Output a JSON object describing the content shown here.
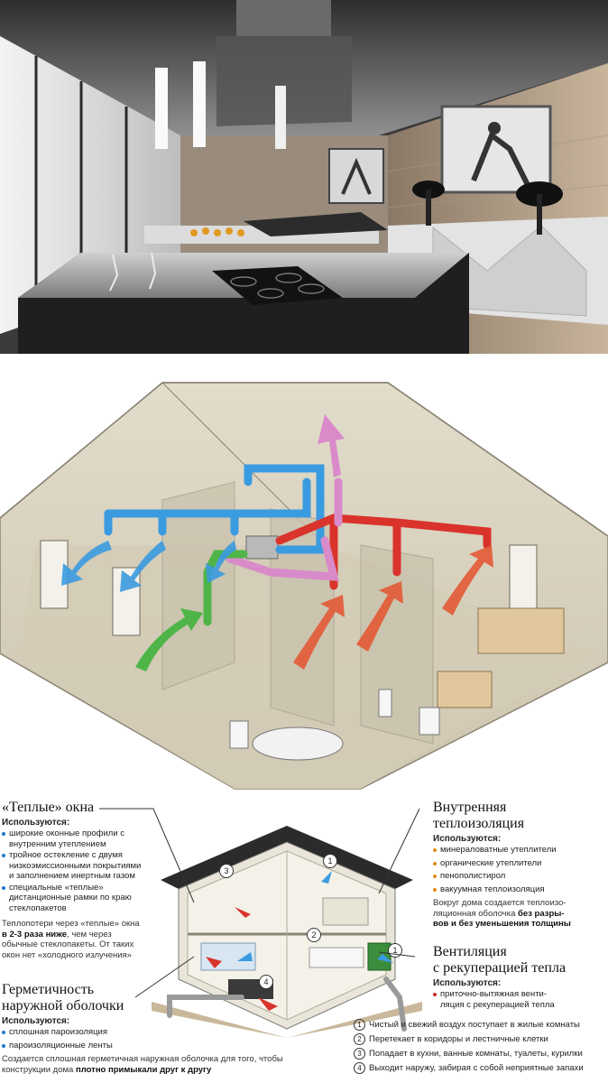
{
  "windows": {
    "title": "«Теплые» окна",
    "uses_label": "Используются:",
    "items": [
      "широкие оконные профили с внутренним утеплением",
      "тройное остекление с двумя низкоэмиссионными покрытиями и заполнением инертным газом",
      "специальные «теплые» дистанционные рамки по краю стеклопакетов"
    ],
    "note_start": "Теплопотери через «теплые» окна ",
    "note_bold": "в 2-3 раза ниже",
    "note_end": ", чем через обычные стеклопакеты. От таких окон нет «холодного излучения»"
  },
  "insulation": {
    "title_line1": "Внутренняя",
    "title_line2": "теплоизоляция",
    "uses_label": "Используются:",
    "items": [
      "минераловатные утеплители",
      "органические утеплители",
      "пенополистирол",
      "вакуумная теплоизоляция"
    ],
    "note_start": "Вокруг дома создается теплоизо-ляционная оболочка ",
    "note_bold": "без разры-вов и без уменьшения толщины"
  },
  "ventilation": {
    "title_line1": "Вентиляция",
    "title_line2": "с рекуперацией тепла",
    "uses_label": "Используются:",
    "items": [
      "приточно-вытяжная венти-ляция с рекуперацией тепла"
    ]
  },
  "sealing": {
    "title_line1": "Герметичность",
    "title_line2": "наружной оболочки",
    "uses_label": "Используются:",
    "items": [
      "сплошная пароизоляция",
      "пароизоляционные ленты"
    ],
    "note_start": "Создается сплошная герметичная наружная оболочка для того, чтобы конструкции дома ",
    "note_bold": "плотно примыкали друг к другу"
  },
  "steps": [
    {
      "num": "1",
      "text": "Чистый и свежий воздух поступает в жилые комнаты"
    },
    {
      "num": "2",
      "text": "Перетекает в коридоры и лестничные клетки"
    },
    {
      "num": "3",
      "text": "Попадает в кухни, ванные комнаты, туалеты, курилки"
    },
    {
      "num": "4",
      "text": "Выходит наружу, забирая с собой неприятные запахи"
    }
  ],
  "house_markers": [
    "1",
    "2",
    "3",
    "4"
  ],
  "colors": {
    "supply": "#3a9be0",
    "exhaust": "#d9332b",
    "fresh": "#4fb548",
    "outlet": "#d98bc9",
    "wall": "#d8d2c0",
    "bullet_blue": "#1f78c8",
    "bullet_orange": "#e08a1c",
    "bullet_red": "#cc2a2a"
  }
}
